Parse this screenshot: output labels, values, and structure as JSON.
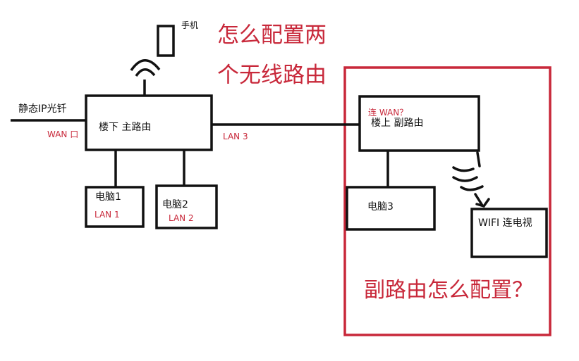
{
  "colors": {
    "ink": "#111111",
    "accent_red": "#c8283a"
  },
  "icons": {
    "phone": "phone-icon",
    "wifi_signal": "wifi-signal-icon",
    "wifi_to_tv": "wifi-waves-arrow-icon"
  },
  "labels": {
    "phone": "手机",
    "fiber": "静态IP光钎",
    "wan_port": "WAN 口",
    "main_router": "楼下 主路由",
    "lan3": "LAN 3",
    "pc1": "电脑1",
    "lan1": "LAN 1",
    "pc2": "电脑2",
    "lan2": "LAN 2",
    "connect_wan": "连 WAN？",
    "secondary_router": "楼上  副路由",
    "pc3": "电脑3",
    "wifi_tv": "WIFI   连电视"
  },
  "headings": {
    "question_line1": "怎么配置两",
    "question_line2": "个无线路由",
    "question_secondary": "副路由怎么配置？"
  }
}
